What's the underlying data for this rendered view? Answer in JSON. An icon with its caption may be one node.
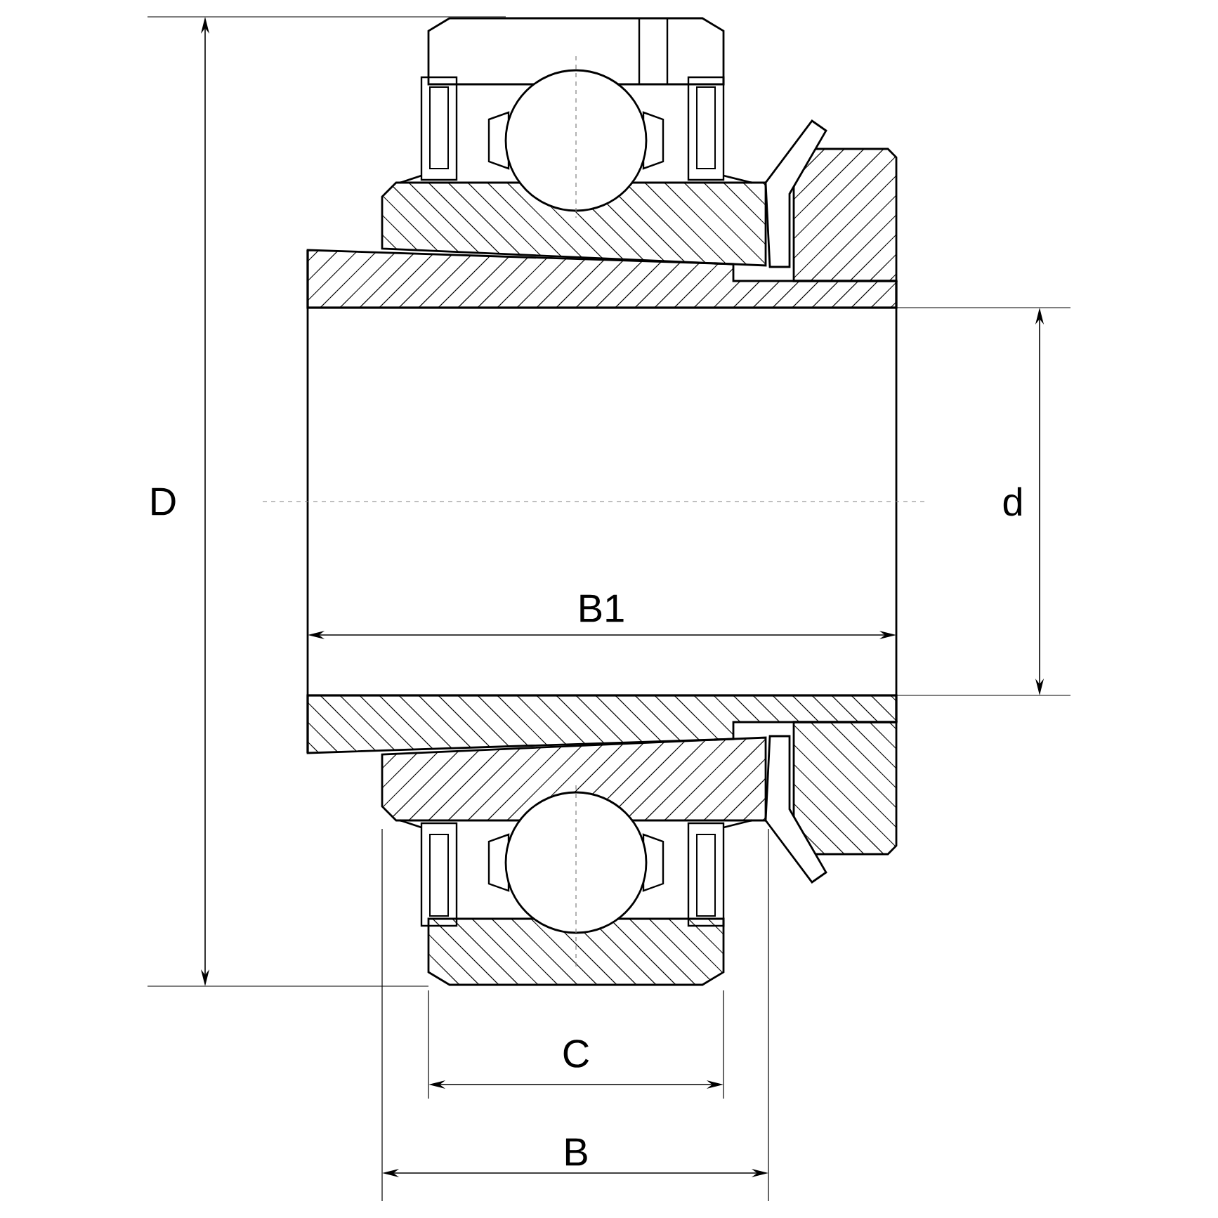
{
  "diagram": {
    "labels": [
      "D",
      "d",
      "B1",
      "C",
      "B"
    ]
  }
}
